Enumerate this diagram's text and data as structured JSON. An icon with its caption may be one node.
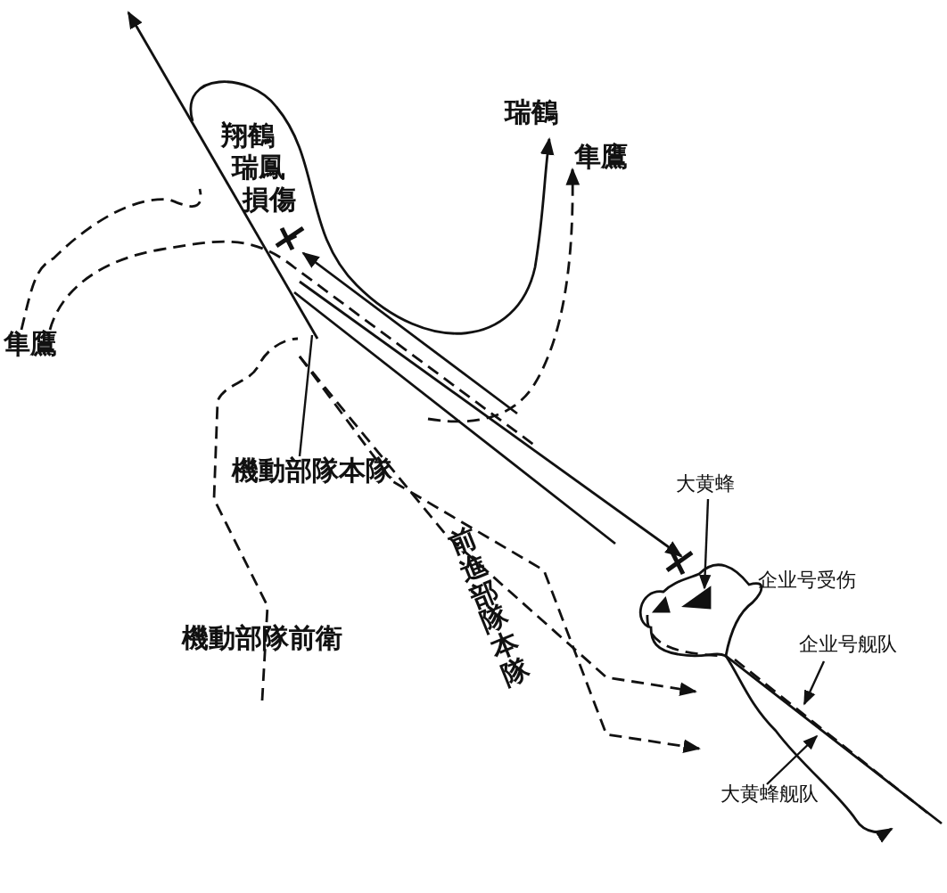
{
  "diagram": {
    "nodes": [
      {
        "text": [
          "機動部隊本隊"
        ]
      },
      {
        "text": [
          "大黄蜂"
        ]
      },
      {
        "text": [
          "企业号舰队"
        ]
      },
      {
        "text": [
          "大黄蜂舰队"
        ]
      }
    ],
    "edges": [
      {
        "from": 0,
        "to": null,
        "arrow": "none"
      },
      {
        "from": 1,
        "to": null,
        "arrow": "to"
      },
      {
        "from": 2,
        "to": null,
        "arrow": "to"
      },
      {
        "from": 3,
        "to": null,
        "arrow": "to"
      }
    ],
    "labels": [
      "瑞鶴",
      "翔鶴",
      "瑞鳳",
      "損傷",
      "隼鷹",
      "隼鷹",
      "機動部隊前衛",
      "前進部隊本隊",
      "企业号受伤"
    ]
  }
}
